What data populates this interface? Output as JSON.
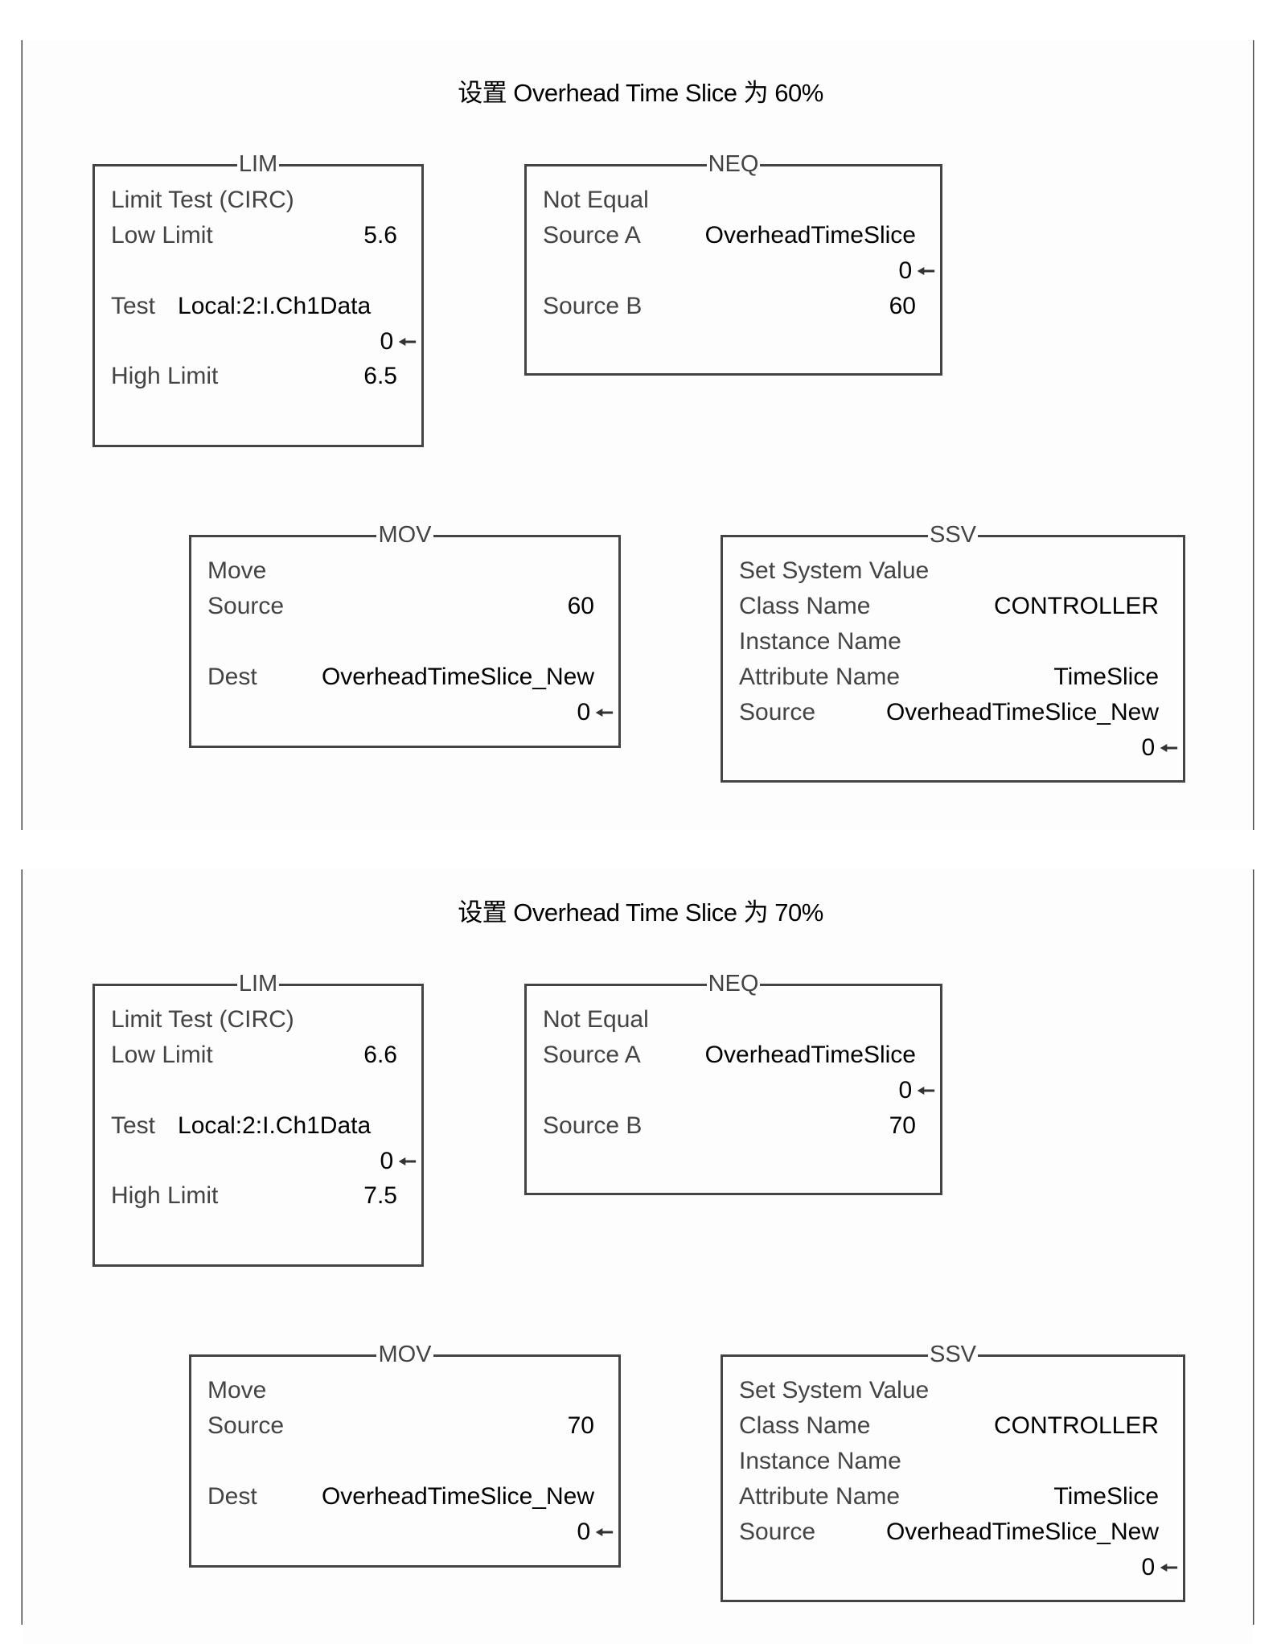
{
  "rungs": [
    {
      "title": "设置 Overhead Time Slice 为 60%",
      "lim": {
        "mnemonic": "LIM",
        "description": "Limit Test (CIRC)",
        "low_limit_label": "Low Limit",
        "low_limit_value": "5.6",
        "test_label": "Test",
        "test_tag": "Local:2:I.Ch1Data",
        "test_value": "0",
        "high_limit_label": "High Limit",
        "high_limit_value": "6.5"
      },
      "neq": {
        "mnemonic": "NEQ",
        "description": "Not Equal",
        "source_a_label": "Source A",
        "source_a_tag": "OverheadTimeSlice",
        "source_a_value": "0",
        "source_b_label": "Source B",
        "source_b_value": "60"
      },
      "mov": {
        "mnemonic": "MOV",
        "description": "Move",
        "source_label": "Source",
        "source_value": "60",
        "dest_label": "Dest",
        "dest_tag": "OverheadTimeSlice_New",
        "dest_value": "0"
      },
      "ssv": {
        "mnemonic": "SSV",
        "description": "Set System Value",
        "class_label": "Class Name",
        "class_value": "CONTROLLER",
        "instance_label": "Instance Name",
        "instance_value": "",
        "attribute_label": "Attribute Name",
        "attribute_value": "TimeSlice",
        "source_label": "Source",
        "source_tag": "OverheadTimeSlice_New",
        "source_value": "0"
      }
    },
    {
      "title": "设置 Overhead Time Slice 为 70%",
      "lim": {
        "mnemonic": "LIM",
        "description": "Limit Test (CIRC)",
        "low_limit_label": "Low Limit",
        "low_limit_value": "6.6",
        "test_label": "Test",
        "test_tag": "Local:2:I.Ch1Data",
        "test_value": "0",
        "high_limit_label": "High Limit",
        "high_limit_value": "7.5"
      },
      "neq": {
        "mnemonic": "NEQ",
        "description": "Not Equal",
        "source_a_label": "Source A",
        "source_a_tag": "OverheadTimeSlice",
        "source_a_value": "0",
        "source_b_label": "Source B",
        "source_b_value": "70"
      },
      "mov": {
        "mnemonic": "MOV",
        "description": "Move",
        "source_label": "Source",
        "source_value": "70",
        "dest_label": "Dest",
        "dest_tag": "OverheadTimeSlice_New",
        "dest_value": "0"
      },
      "ssv": {
        "mnemonic": "SSV",
        "description": "Set System Value",
        "class_label": "Class Name",
        "class_value": "CONTROLLER",
        "instance_label": "Instance Name",
        "instance_value": "",
        "attribute_label": "Attribute Name",
        "attribute_value": "TimeSlice",
        "source_label": "Source",
        "source_tag": "OverheadTimeSlice_New",
        "source_value": "0"
      }
    }
  ],
  "colors": {
    "wire": "#444444",
    "text": "#000000",
    "label": "#444444",
    "background": "#fdfdfd"
  }
}
